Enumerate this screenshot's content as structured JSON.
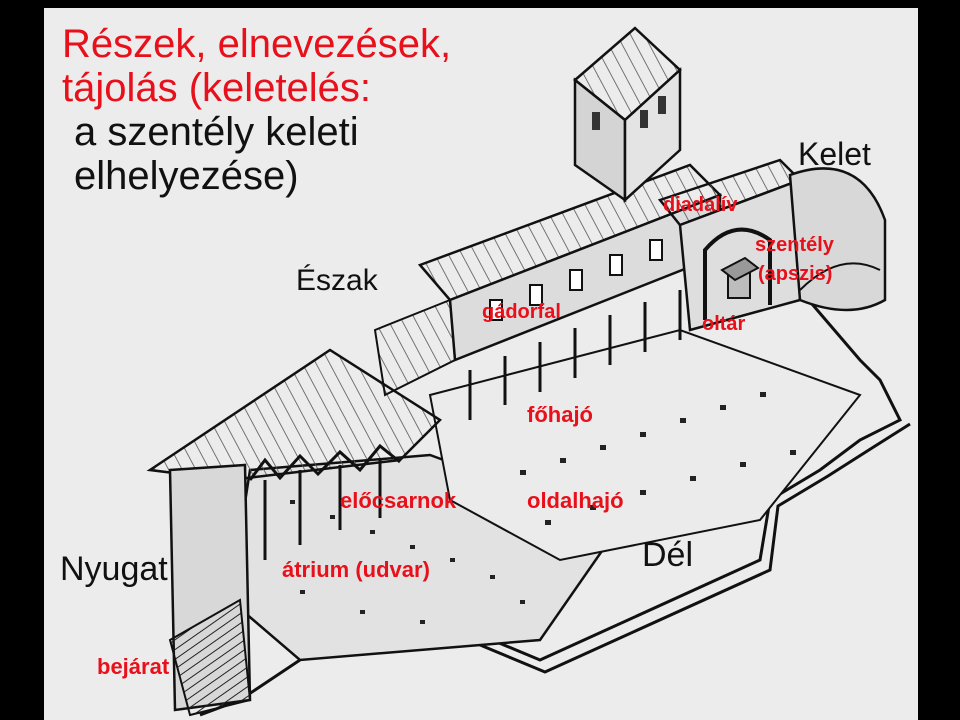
{
  "title": {
    "line1": "Részek, elnevezések,",
    "line2": "tájolás (keletelés:",
    "line3": "a szentély keleti",
    "line4": "elhelyezése)"
  },
  "directions": {
    "north": "Észak",
    "east": "Kelet",
    "west": "Nyugat",
    "south": "Dél"
  },
  "parts": {
    "gadorfal": "gádorfal",
    "diadaliv": "diadalív",
    "szentely": "szentély",
    "apszis": "(apszis)",
    "oltar": "oltár",
    "fohajo": "főhajó",
    "elocsarnok": "előcsarnok",
    "oldalhajo": "oldalhajó",
    "atrium": "átrium (udvar)",
    "bejarat": "bejárat"
  },
  "colors": {
    "label_red": "#e8101a",
    "label_black": "#111111",
    "paper": "#ececec",
    "frame": "#000000"
  }
}
